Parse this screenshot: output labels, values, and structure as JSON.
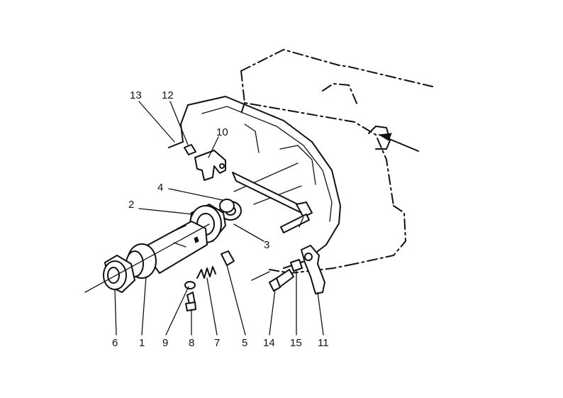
{
  "diagram": {
    "callouts": [
      {
        "id": "c13",
        "text": "13"
      },
      {
        "id": "c12",
        "text": "12"
      },
      {
        "id": "c10",
        "text": "10"
      },
      {
        "id": "c4",
        "text": "4"
      },
      {
        "id": "c2",
        "text": "2"
      },
      {
        "id": "c3",
        "text": "3"
      },
      {
        "id": "c6",
        "text": "6"
      },
      {
        "id": "c1",
        "text": "1"
      },
      {
        "id": "c9",
        "text": "9"
      },
      {
        "id": "c8",
        "text": "8"
      },
      {
        "id": "c7",
        "text": "7"
      },
      {
        "id": "c5",
        "text": "5"
      },
      {
        "id": "c14",
        "text": "14"
      },
      {
        "id": "c15",
        "text": "15"
      },
      {
        "id": "c11",
        "text": "11"
      }
    ]
  }
}
